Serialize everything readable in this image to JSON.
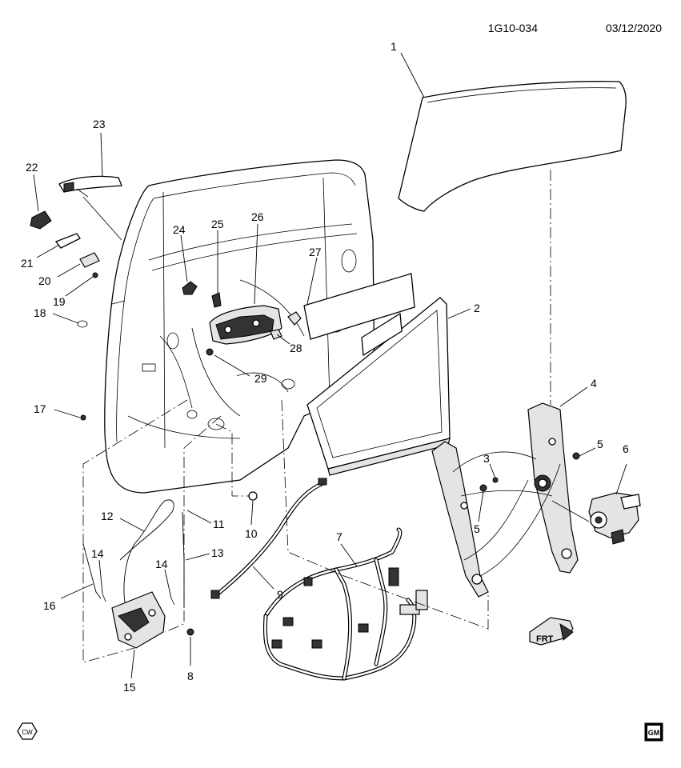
{
  "header": {
    "diagram_id": "1G10-034",
    "date": "03/12/2020"
  },
  "callouts": {
    "c1": "1",
    "c2": "2",
    "c3": "3",
    "c4": "4",
    "c5a": "5",
    "c5b": "5",
    "c6": "6",
    "c7": "7",
    "c8": "8",
    "c9": "9",
    "c10": "10",
    "c11": "11",
    "c12": "12",
    "c13": "13",
    "c14a": "14",
    "c14b": "14",
    "c15": "15",
    "c16": "16",
    "c17": "17",
    "c18": "18",
    "c19": "19",
    "c20": "20",
    "c21": "21",
    "c22": "22",
    "c23": "23",
    "c24": "24",
    "c25": "25",
    "c26": "26",
    "c27": "27",
    "c28": "28",
    "c29": "29"
  },
  "direction_badge": "FRT",
  "corner_marks": {
    "cw": "CW",
    "logo": "GM"
  },
  "colors": {
    "ink": "#000000",
    "paper": "#ffffff",
    "shade": "#e4e4e4"
  }
}
